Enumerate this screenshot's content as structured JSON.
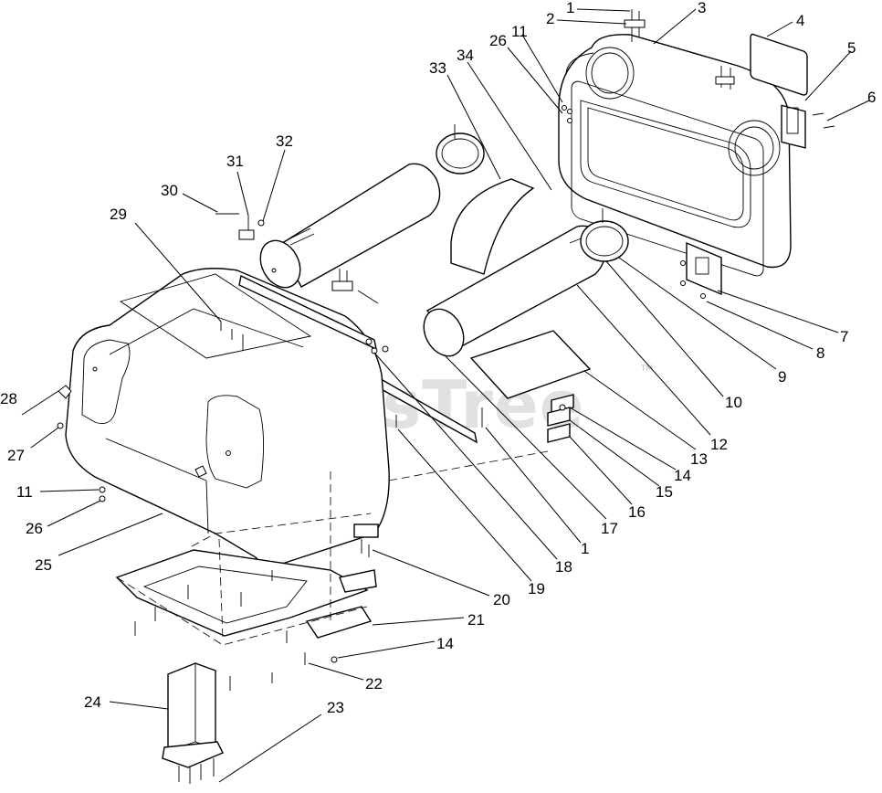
{
  "diagram": {
    "watermark": "PartsTree",
    "watermark_mark": "TM",
    "callouts": [
      {
        "id": "c-1a",
        "text": "1"
      },
      {
        "id": "c-2",
        "text": "2"
      },
      {
        "id": "c-3",
        "text": "3"
      },
      {
        "id": "c-4",
        "text": "4"
      },
      {
        "id": "c-5",
        "text": "5"
      },
      {
        "id": "c-6",
        "text": "6"
      },
      {
        "id": "c-7",
        "text": "7"
      },
      {
        "id": "c-8",
        "text": "8"
      },
      {
        "id": "c-9",
        "text": "9"
      },
      {
        "id": "c-10",
        "text": "10"
      },
      {
        "id": "c-11a",
        "text": "11"
      },
      {
        "id": "c-11b",
        "text": "11"
      },
      {
        "id": "c-12",
        "text": "12"
      },
      {
        "id": "c-13",
        "text": "13"
      },
      {
        "id": "c-14a",
        "text": "14"
      },
      {
        "id": "c-14b",
        "text": "14"
      },
      {
        "id": "c-15",
        "text": "15"
      },
      {
        "id": "c-16",
        "text": "16"
      },
      {
        "id": "c-17",
        "text": "17"
      },
      {
        "id": "c-18",
        "text": "18"
      },
      {
        "id": "c-1b",
        "text": "1"
      },
      {
        "id": "c-19",
        "text": "19"
      },
      {
        "id": "c-20",
        "text": "20"
      },
      {
        "id": "c-21",
        "text": "21"
      },
      {
        "id": "c-22",
        "text": "22"
      },
      {
        "id": "c-23",
        "text": "23"
      },
      {
        "id": "c-24",
        "text": "24"
      },
      {
        "id": "c-25",
        "text": "25"
      },
      {
        "id": "c-26a",
        "text": "26"
      },
      {
        "id": "c-26b",
        "text": "26"
      },
      {
        "id": "c-27",
        "text": "27"
      },
      {
        "id": "c-28",
        "text": "28"
      },
      {
        "id": "c-29",
        "text": "29"
      },
      {
        "id": "c-30",
        "text": "30"
      },
      {
        "id": "c-31",
        "text": "31"
      },
      {
        "id": "c-32",
        "text": "32"
      },
      {
        "id": "c-33",
        "text": "33"
      },
      {
        "id": "c-34",
        "text": "34"
      }
    ]
  }
}
